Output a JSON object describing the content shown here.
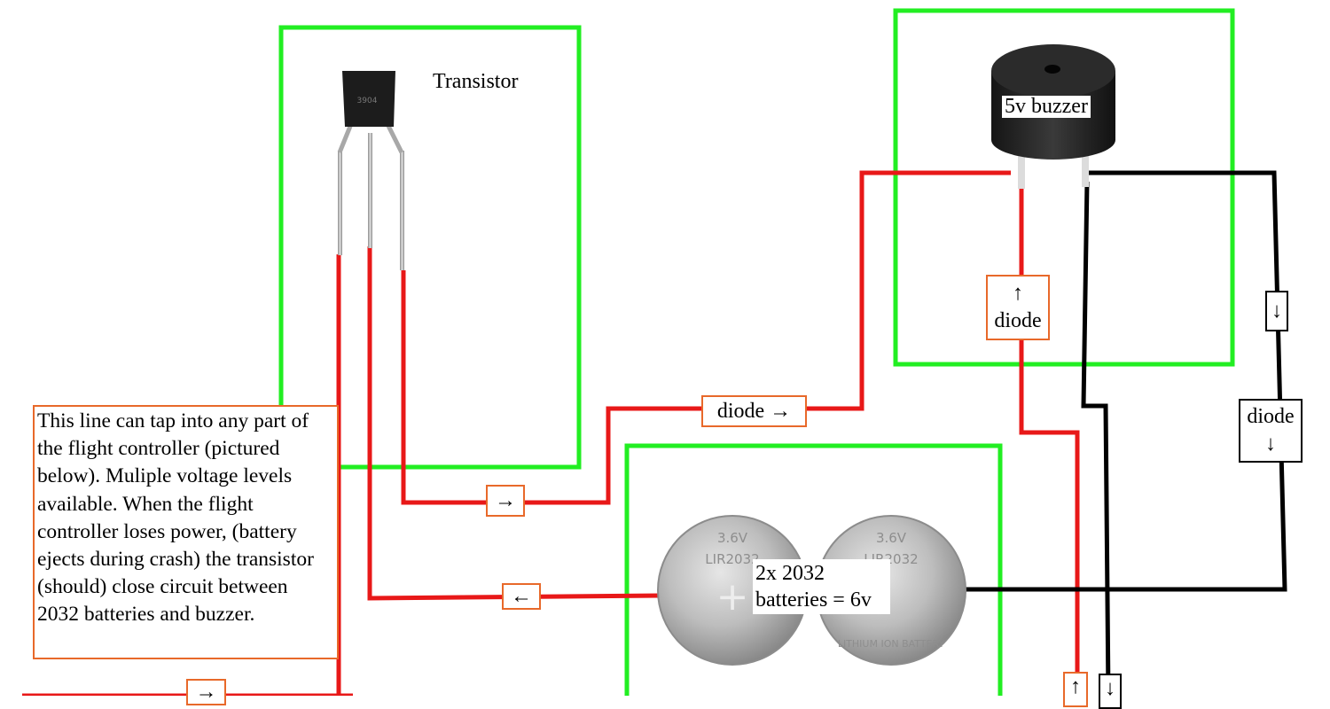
{
  "labels": {
    "transistor": "Transistor",
    "buzzer": "5v buzzer",
    "batteries_line1": "2x 2032",
    "batteries_line2": "batteries = 6v",
    "diode_mid": "diode →",
    "diode_buzzer_arrow": "↑",
    "diode_buzzer_word": "diode",
    "diode_right_word": "diode",
    "diode_right_arrow": "↓",
    "arrow_right_small": "↓",
    "arrow_transistor_out": "→",
    "arrow_battery_in": "←",
    "arrow_bottom_left": "→",
    "arrow_bottom_red": "↑",
    "arrow_bottom_black": "↓"
  },
  "note": "This line can tap into any part of the flight controller (pictured below). Muliple voltage levels available.  When the flight controller loses power, (battery ejects during crash) the transistor (should) close circuit between 2032 batteries and buzzer.",
  "battery_print": {
    "voltage": "3.6V",
    "model": "LIR2032",
    "chem": "LITHIUM ION BATTERY",
    "plus": "+"
  },
  "transistor_print": "3904",
  "colors": {
    "group_box": "#22ee22",
    "wire_positive": "#e81818",
    "wire_negative": "#000000",
    "label_border": "#e8692a"
  }
}
